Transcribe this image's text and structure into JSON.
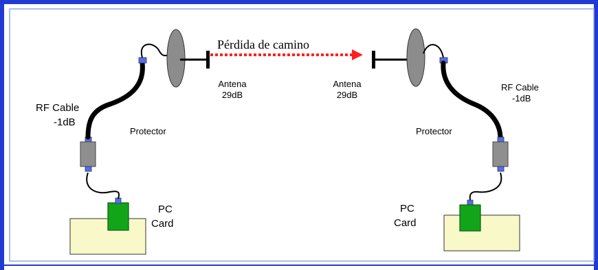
{
  "diagram": {
    "path_loss_label": "Pérdida de camino",
    "left": {
      "cable_label_line1": "RF Cable",
      "cable_label_line2": "-1dB",
      "protector_label": "Protector",
      "antenna_label_line1": "Antena",
      "antenna_label_line2": "29dB",
      "pc_label_line1": "PC",
      "pc_label_line2": "Card"
    },
    "right": {
      "cable_label_line1": "RF Cable",
      "cable_label_line2": "-1dB",
      "protector_label": "Protector",
      "antenna_label_line1": "Antena",
      "antenna_label_line2": "29dB",
      "pc_label_line1": "PC",
      "pc_label_line2": "Card"
    }
  },
  "colors": {
    "frame_blue": "#1f3bd1",
    "inner_border": "#8fa7e8",
    "dish_gray": "#8c8c8c",
    "card_fill": "#f8f8c8",
    "pc_chip_green": "#12a51a",
    "protector_gray": "#8f8f8f",
    "connector_blue": "#5a6fd8",
    "signal_red": "#ff2020"
  }
}
